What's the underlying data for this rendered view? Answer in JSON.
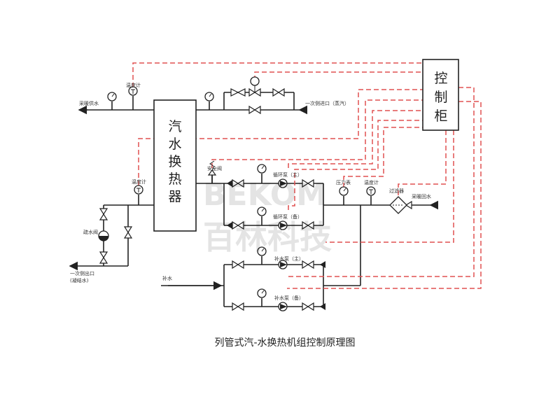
{
  "exchanger": {
    "title": [
      "汽",
      "水",
      "换",
      "热",
      "器"
    ]
  },
  "control_cabinet": {
    "title": [
      "控",
      "制",
      "柜"
    ]
  },
  "labels": {
    "heating_supply_water": "采暖供水",
    "primary_steam_inlet": "一次侧进口（蒸汽）",
    "primary_outlet_line1": "一次侧出口",
    "primary_outlet_line2": "(凝结水)",
    "heating_return_water": "采暖回水",
    "makeup_water": "补水",
    "thermometer_top": "温度计",
    "thermometer_mid": "温度计",
    "thermometer_right": "温度计",
    "safety_valve": "安全阀",
    "trap": "疏水阀",
    "circ_pump_main": "循环泵（主）",
    "circ_pump_backup": "循环泵（备）",
    "makeup_pump_main": "补水泵（主）",
    "makeup_pump_backup": "补水泵（备）",
    "pressure_gauge": "压力表",
    "filter": "过滤器"
  },
  "watermark": {
    "logo": "BEKOM",
    "chinese": "百林科技"
  },
  "caption": "列管式汽-水换热机组控制原理图",
  "colors": {
    "pipe": "#222222",
    "control_line": "#e05050"
  }
}
